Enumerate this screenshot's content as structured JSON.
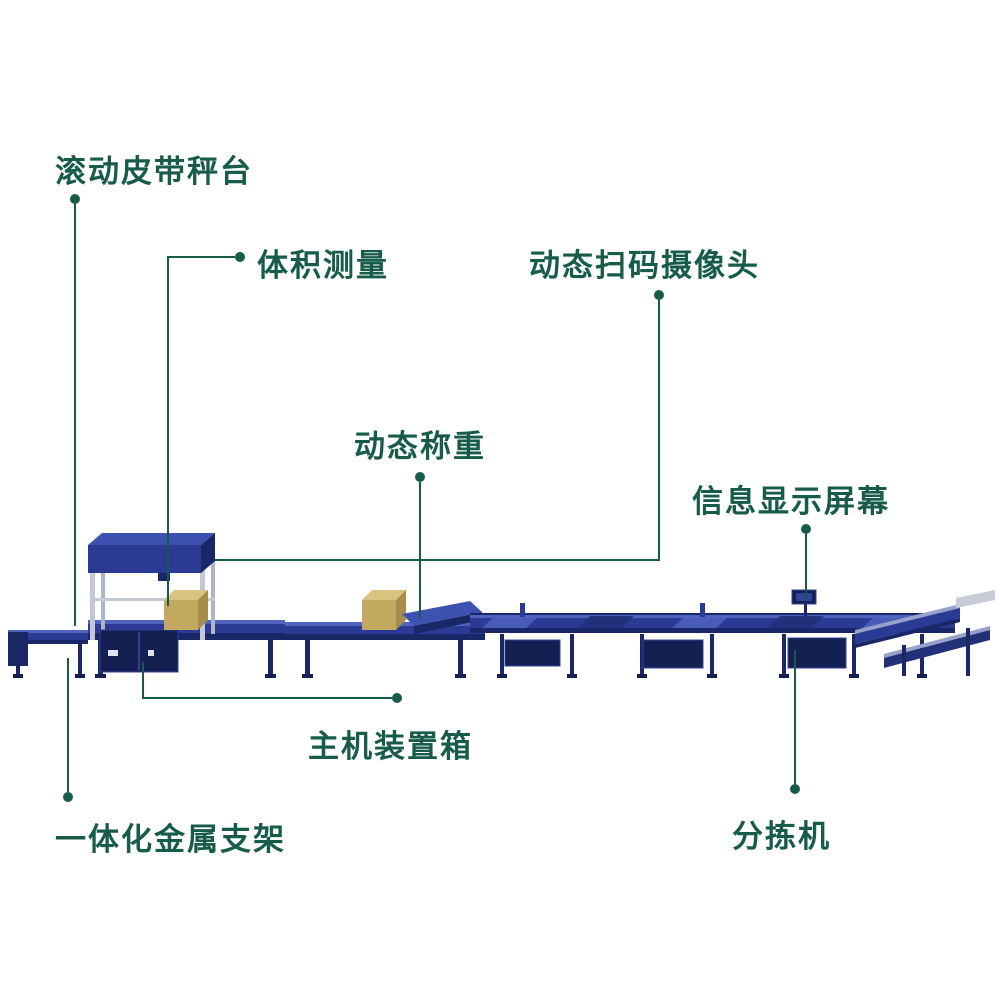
{
  "page": {
    "background": "#ffffff"
  },
  "colors": {
    "label_text": "#175b4a",
    "leader_line": "#175b4a",
    "machine_blue": "#2b3a94",
    "machine_blue_dark": "#1a2766",
    "machine_blue_light": "#4f63bf",
    "cabinet_navy": "#141f52",
    "frame_gray": "#c2c8d6",
    "carton_top": "#d8c480",
    "carton_front": "#c2a95f",
    "carton_side": "#a78d49"
  },
  "labels": {
    "rolling_belt_scale": "滚动皮带秤台",
    "volume_measurement": "体积测量",
    "scan_camera": "动态扫码摄像头",
    "dynamic_weighing": "动态称重",
    "info_screen": "信息显示屏幕",
    "main_unit_box": "主机装置箱",
    "metal_frame": "一体化金属支架",
    "sorter": "分拣机"
  }
}
